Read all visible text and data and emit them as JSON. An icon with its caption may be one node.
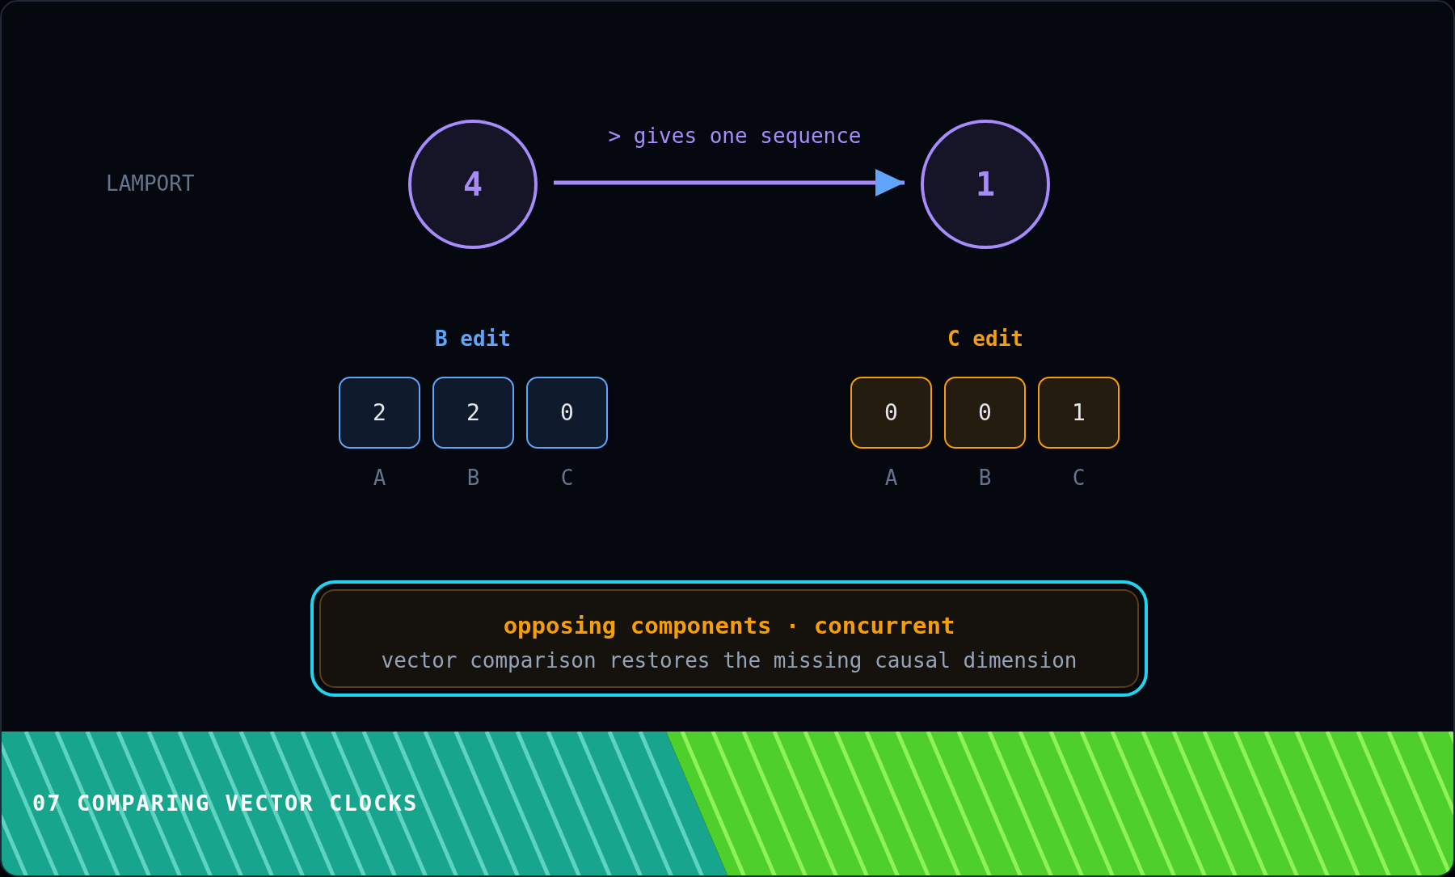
{
  "diagram": {
    "title": "07 COMPARING VECTOR CLOCKS",
    "nodes": [
      {
        "text": [
          "4"
        ]
      },
      {
        "text": [
          "1"
        ]
      },
      {
        "text": [
          "2"
        ],
        "beside": [
          "A"
        ]
      },
      {
        "text": [
          "2"
        ],
        "beside": [
          "B"
        ]
      },
      {
        "text": [
          "0"
        ],
        "beside": [
          "C"
        ]
      },
      {
        "text": [
          "0"
        ],
        "beside": [
          "A"
        ]
      },
      {
        "text": [
          "0"
        ],
        "beside": [
          "B"
        ]
      },
      {
        "text": [
          "1"
        ],
        "beside": [
          "C"
        ]
      },
      {
        "text": [
          "opposing components · concurrent",
          "vector comparison restores the missing causal dimension"
        ]
      }
    ],
    "edges": [
      {
        "from": 0,
        "to": 1,
        "arrow": "to",
        "label": "> gives one sequence"
      }
    ],
    "labels": [
      "LAMPORT",
      "B edit",
      "C edit"
    ]
  }
}
